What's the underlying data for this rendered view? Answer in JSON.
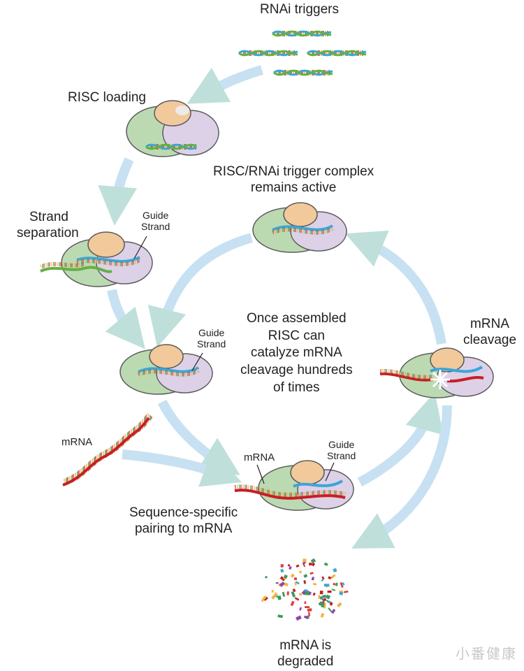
{
  "labels": {
    "rnai_triggers": "RNAi triggers",
    "risc_loading": "RISC loading",
    "strand_separation_1": "Strand",
    "strand_separation_2": "separation",
    "guide_strand_1": "Guide",
    "guide_strand_2": "Strand",
    "complex_active_1": "RISC/RNAi trigger complex",
    "complex_active_2": "remains active",
    "center_1": "Once assembled",
    "center_2": "RISC can",
    "center_3": "catalyze mRNA",
    "center_4": "cleavage hundreds",
    "center_5": "of times",
    "mrna_cleavage_1": "mRNA",
    "mrna_cleavage_2": "cleavage",
    "mrna": "mRNA",
    "pairing_1": "Sequence-specific",
    "pairing_2": "pairing to mRNA",
    "degraded_1": "mRNA is",
    "degraded_2": "degraded"
  },
  "watermark": "小番健康",
  "colors": {
    "arrow": "#c5dff0",
    "arrow_tip": "#b9dcd6",
    "risc_green": "#b8d8b0",
    "risc_purple": "#dcd0e6",
    "risc_tan": "#f0c89a",
    "guide_blue": "#3aa6d8",
    "passenger_green": "#63b043",
    "mrna_red": "#c81e24"
  }
}
